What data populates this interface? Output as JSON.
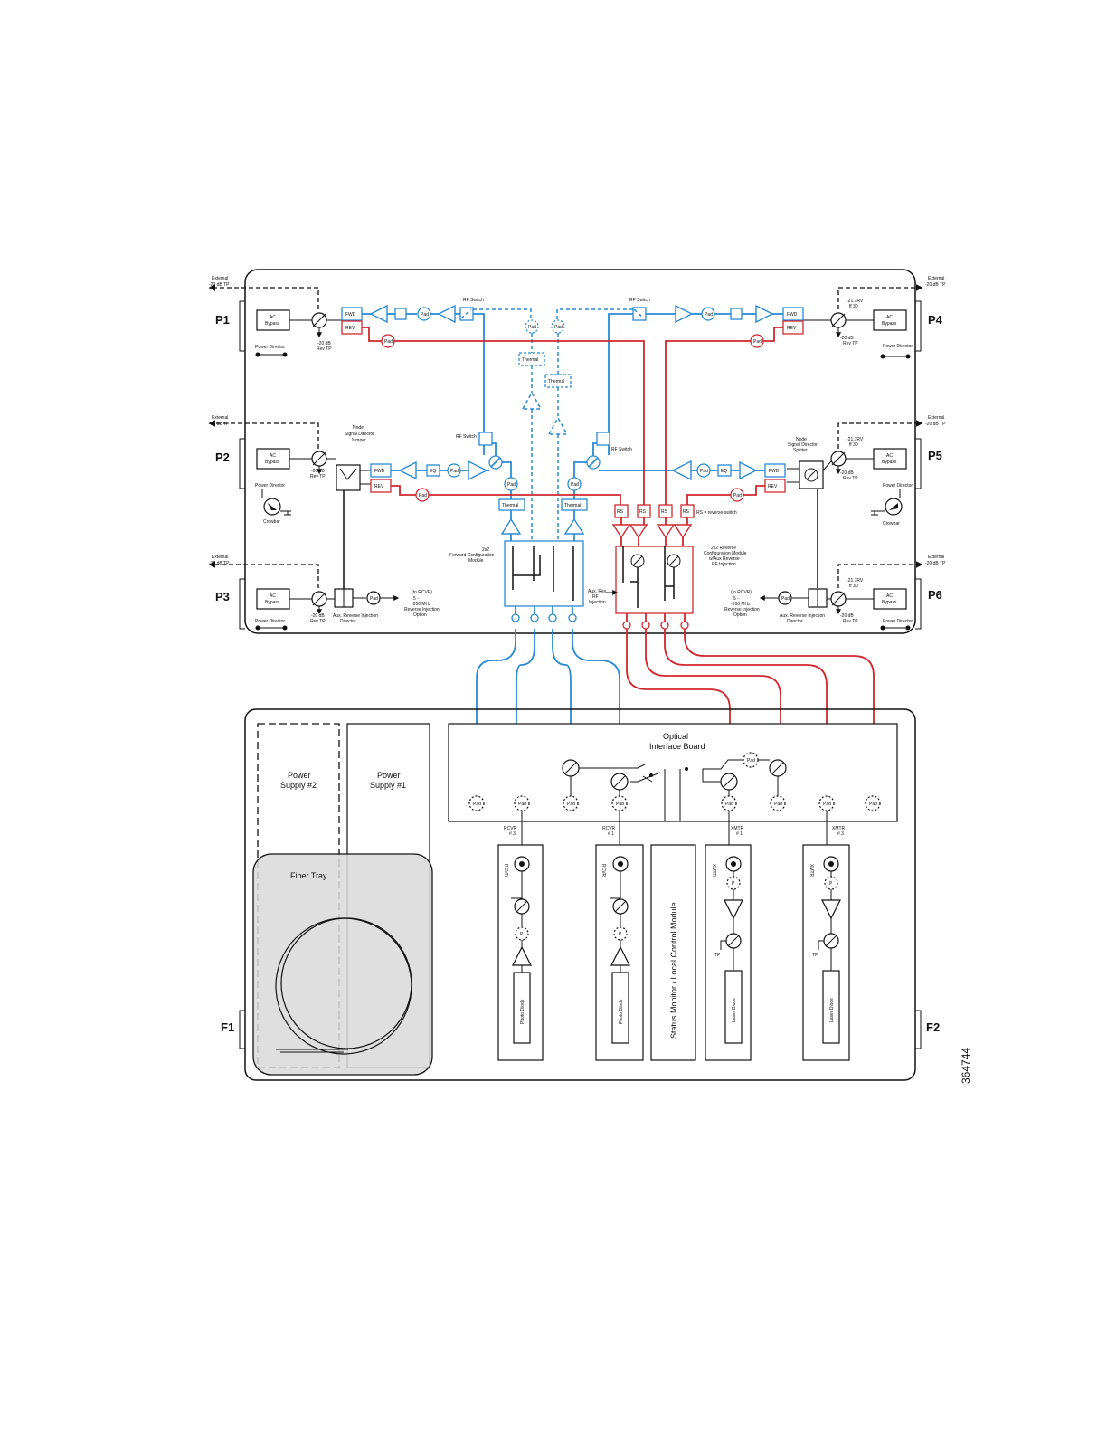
{
  "ports": {
    "p1": "P1",
    "p2": "P2",
    "p3": "P3",
    "p4": "P4",
    "p5": "P5",
    "p6": "P6",
    "f1": "F1",
    "f2": "F2"
  },
  "common": {
    "external": "External",
    "external_tp": "-20 dB TP",
    "ac_bypass_1": "AC",
    "ac_bypass_2": "Bypass",
    "power_director": "Power Director",
    "rev_tp_1": "-20 dB",
    "rev_tp_2": "Rev TP",
    "fwd": "FWD",
    "rev": "REV",
    "pad": "Pad",
    "eq": "EQ",
    "rs": "RS",
    "thermal": "Thermal",
    "rf_switch": "RF Switch",
    "crowbar": "Crowbar"
  },
  "fwd_tp": {
    "line1": "-21.7RV",
    "line2": "ff 30"
  },
  "labels": {
    "node_jumper_1": "Node",
    "node_jumper_2": "Signal Director",
    "node_jumper_3": "Jumper",
    "node_splitter_1": "Node",
    "node_splitter_2": "Signal Director",
    "node_splitter_3": "Splitter",
    "fwd_module_1": "2x2",
    "fwd_module_2": "Forward Configuration",
    "fwd_module_3": "Module",
    "rev_module_1": "2x2 Reverse",
    "rev_module_2": "Configuration Module",
    "rev_module_3": "w/Aux Reverse",
    "rev_module_4": "RF Injection",
    "rs_note": "RS = reverse switch",
    "aux_rev_rf_1": "Aux. Rev",
    "aux_rev_rf_2": "RF",
    "aux_rev_rf_3": "Injection",
    "aux_inj_dir_1": "Aux. Reverse Injection",
    "aux_inj_dir_2": "Director",
    "rev_inj_opt_1": "(to RCVR)",
    "rev_inj_opt_2": "5 -",
    "rev_inj_opt_3": "-200 MHz",
    "rev_inj_opt_4": "Reverse Injection",
    "rev_inj_opt_5": "Option"
  },
  "lower": {
    "ps2_1": "Power",
    "ps2_2": "Supply #2",
    "ps1_1": "Power",
    "ps1_2": "Supply #1",
    "fiber_tray": "Fiber Tray",
    "oib_1": "Optical",
    "oib_2": "Interface Board",
    "rcvr": "RCVR",
    "xmtr": "XMTR",
    "num_3": "# 3",
    "num_1": "# 1",
    "photo_diode": "Photo Diode",
    "laser_diode": "Laser Diode",
    "status_monitor": "Status Monitor / Local Control Module",
    "p": "P",
    "tp": "TP"
  },
  "figure_id": "364744",
  "colors": {
    "forward": "#2a8ad4",
    "reverse": "#d0282e",
    "fiber_tray": "#d9d9d9"
  }
}
